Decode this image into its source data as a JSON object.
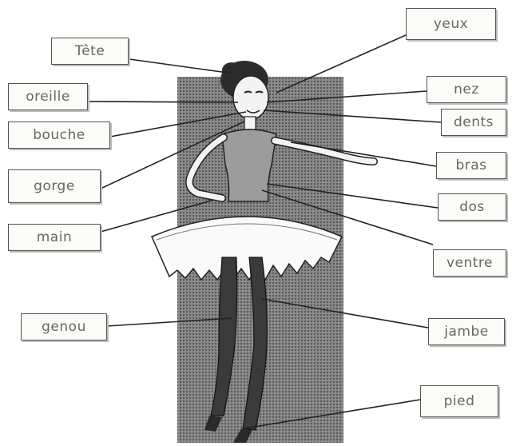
{
  "labels": {
    "tete": "Tête",
    "oreille": "oreille",
    "bouche": "bouche",
    "gorge": "gorge",
    "main": "main",
    "genou": "genou",
    "yeux": "yeux",
    "nez": "nez",
    "dents": "dents",
    "bras": "bras",
    "dos": "dos",
    "ventre": "ventre",
    "jambe": "jambe",
    "pied": "pied"
  },
  "colors": {
    "background_panel": "#7a7a7a",
    "line": "#222222",
    "label_text": "#666666"
  }
}
